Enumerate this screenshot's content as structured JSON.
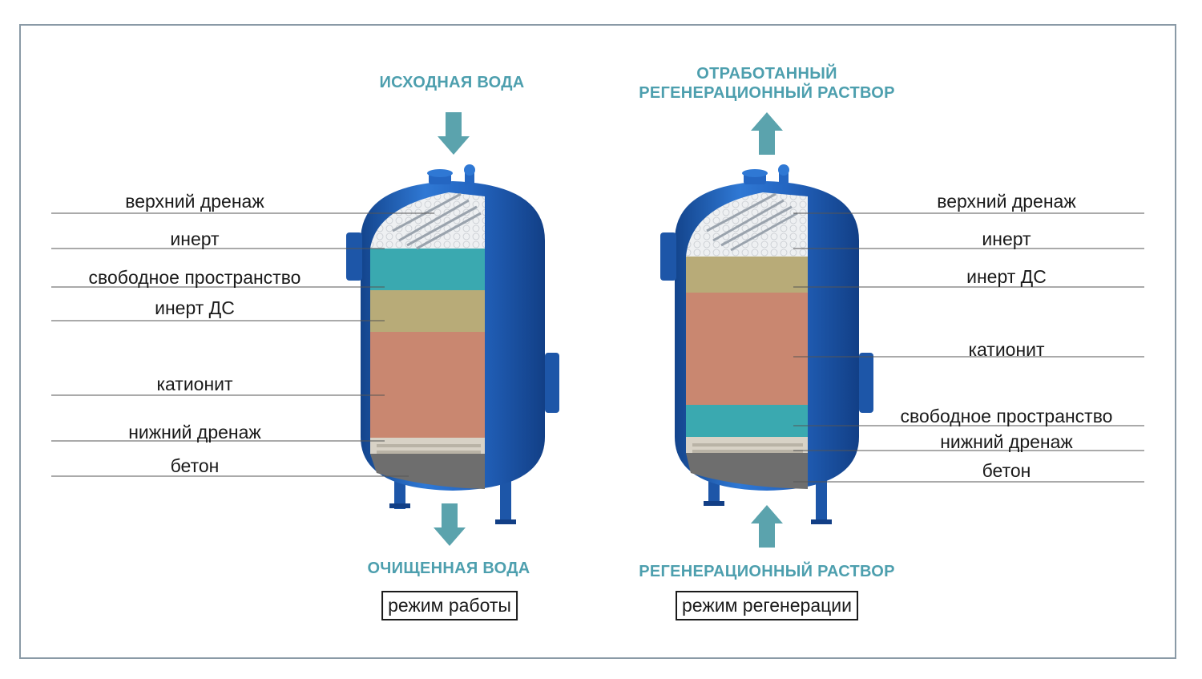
{
  "left_panel": {
    "inlet": "ИСХОДНАЯ ВОДА",
    "outlet": "ОЧИЩЕННАЯ ВОДА",
    "mode": "режим работы",
    "layers": [
      "верхний дренаж",
      "инерт",
      "свободное пространство",
      "инерт ДС",
      "катионит",
      "нижний дренаж",
      "бетон"
    ]
  },
  "right_panel": {
    "outlet_line1": "ОТРАБОТАННЫЙ",
    "outlet_line2": "РЕГЕНЕРАЦИОННЫЙ РАСТВОР",
    "inlet": "РЕГЕНЕРАЦИОННЫЙ РАСТВОР",
    "mode": "режим регенерации",
    "layers": [
      "верхний дренаж",
      "инерт",
      "инерт ДС",
      "катионит",
      "свободное пространство",
      "нижний дренаж",
      "бетон"
    ]
  },
  "colors": {
    "tank_blue": "#1f5fb8",
    "arrow": "#5ba3ad",
    "flow_text": "#4d9fae",
    "free_space": "#3aa9b0",
    "inert_ds": "#b8ab78",
    "cation": "#c98770",
    "inert": "#e6e8ea",
    "concrete": "#6e6e6e"
  }
}
